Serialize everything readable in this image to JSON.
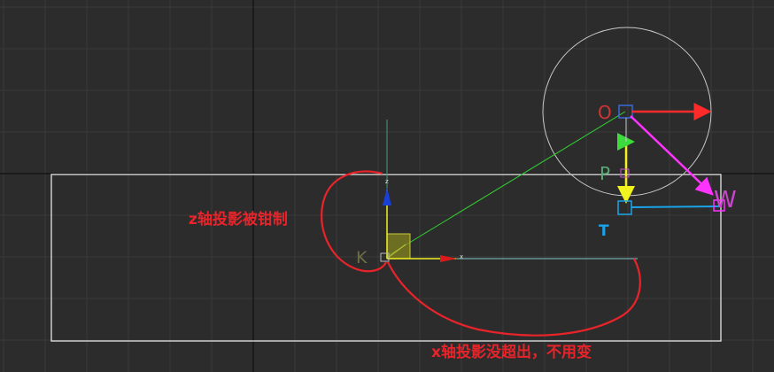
{
  "scene": {
    "annotations": {
      "z_clamped": "z轴投影被钳制",
      "x_not_exceed": "x轴投影没超出，不用变"
    },
    "point_labels": {
      "o": "O",
      "p": "P",
      "t": "T",
      "w": "W",
      "k": "K"
    },
    "gizmo_labels": {
      "z": "z",
      "x": "x"
    },
    "colors": {
      "background": "#2c2c2c",
      "grid": "#3a3a3a",
      "grid_axis": "#151515",
      "box": "#e6e6e6",
      "annotation": "#e8242a",
      "vector_x": "#ff2a2a",
      "vector_y": "#f2f21e",
      "vector_w": "#ff33ff",
      "vector_t": "#1aa3e8",
      "sphere": "#c8c8c8",
      "dash_line": "#33cc33",
      "p_label": "#55aa77",
      "k_label": "#6f6f45"
    }
  }
}
